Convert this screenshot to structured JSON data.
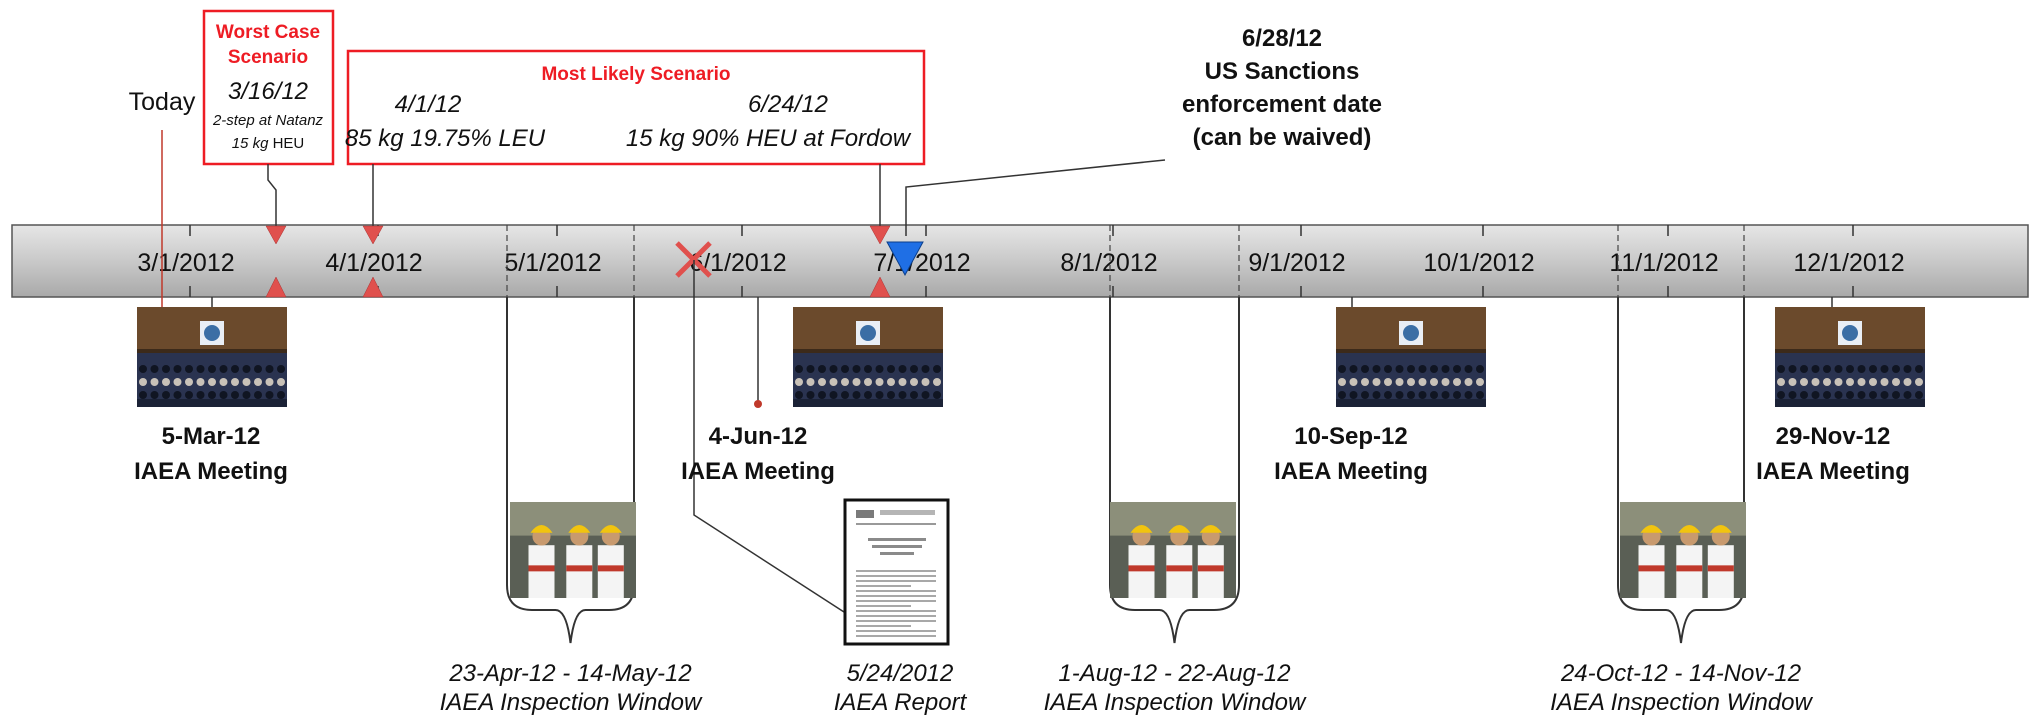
{
  "colors": {
    "scenario_red": "#ee1c24",
    "marker_red": "#e0504d",
    "sanctions_blue": "#1f6fe5",
    "axis_bar": "#c8c8c8",
    "today_line": "#c0392b"
  },
  "today": {
    "label": "Today"
  },
  "axis": {
    "ticks": [
      "3/1/2012",
      "4/1/2012",
      "5/1/2012",
      "6/1/2012",
      "7/1/2012",
      "8/1/2012",
      "9/1/2012",
      "10/1/2012",
      "11/1/2012",
      "12/1/2012"
    ]
  },
  "worst_case": {
    "title_line1": "Worst Case",
    "title_line2": "Scenario",
    "date": "3/16/12",
    "detail_line1": "2-step at Natanz",
    "detail_line2_italic": "15 kg",
    "detail_line2_plain": " HEU"
  },
  "most_likely": {
    "title": "Most Likely Scenario",
    "left_date": "4/1/12",
    "left_detail": "85 kg 19.75% LEU",
    "right_date": "6/24/12",
    "right_detail": "15 kg 90% HEU at Fordow"
  },
  "sanctions": {
    "line1": "6/28/12",
    "line2": "US Sanctions",
    "line3": "enforcement date",
    "line4": "(can be waived)"
  },
  "meetings": [
    {
      "date": "5-Mar-12",
      "label": "IAEA Meeting",
      "icon": "iaea-meeting-photo"
    },
    {
      "date": "4-Jun-12",
      "label": "IAEA Meeting",
      "icon": "iaea-meeting-photo"
    },
    {
      "date": "10-Sep-12",
      "label": "IAEA Meeting",
      "icon": "iaea-meeting-photo"
    },
    {
      "date": "29-Nov-12",
      "label": "IAEA Meeting",
      "icon": "iaea-meeting-photo"
    }
  ],
  "inspections": [
    {
      "range": "23-Apr-12 - 14-May-12",
      "label": "IAEA Inspection Window",
      "icon": "inspectors-photo"
    },
    {
      "range": "1-Aug-12 - 22-Aug-12",
      "label": "IAEA Inspection Window",
      "icon": "inspectors-photo"
    },
    {
      "range": "24-Oct-12 - 14-Nov-12",
      "label": "IAEA Inspection Window",
      "icon": "inspectors-photo"
    }
  ],
  "report": {
    "date": "5/24/2012",
    "label": "IAEA Report",
    "icon": "report-document"
  }
}
